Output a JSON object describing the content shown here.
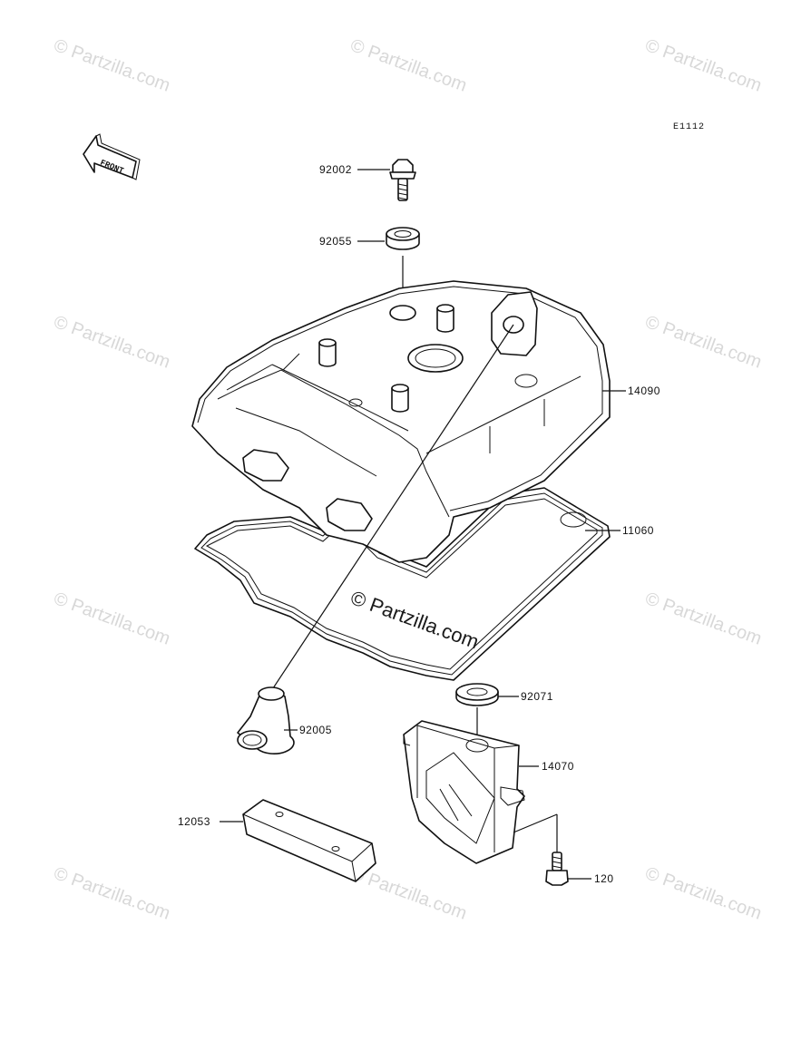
{
  "diagram_code": "E1112",
  "front_arrow_label": "FRONT",
  "watermark_text": "© Partzilla.com",
  "center_watermark": "© Partzilla.com",
  "parts": [
    {
      "id": "92002",
      "label": "92002"
    },
    {
      "id": "92055",
      "label": "92055"
    },
    {
      "id": "14090",
      "label": "14090"
    },
    {
      "id": "11060",
      "label": "11060"
    },
    {
      "id": "92071",
      "label": "92071"
    },
    {
      "id": "92005",
      "label": "92005"
    },
    {
      "id": "14070",
      "label": "14070"
    },
    {
      "id": "12053",
      "label": "12053"
    },
    {
      "id": "120",
      "label": "120"
    }
  ]
}
